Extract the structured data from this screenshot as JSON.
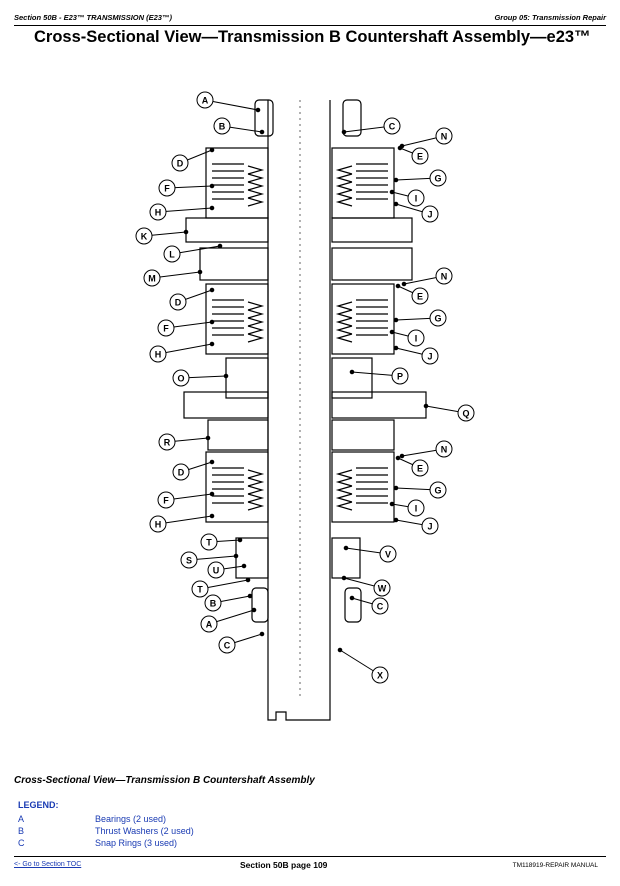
{
  "header": {
    "left": "Section 50B - E23™ TRANSMISSION (E23™)",
    "right": "Group 05: Transmission Repair"
  },
  "title": "Cross-Sectional View—Transmission B Countershaft Assembly—e23™",
  "callouts": [
    "A",
    "B",
    "C",
    "D",
    "E",
    "F",
    "G",
    "H",
    "I",
    "J",
    "K",
    "L",
    "M",
    "N",
    "O",
    "P",
    "Q",
    "R",
    "S",
    "T",
    "U",
    "V",
    "W",
    "X"
  ],
  "caption": "Cross-Sectional View—Transmission B Countershaft Assembly",
  "legend": {
    "title": "LEGEND:",
    "items": [
      {
        "key": "A",
        "text": "Bearings (2 used)"
      },
      {
        "key": "B",
        "text": "Thrust Washers (2 used)"
      },
      {
        "key": "C",
        "text": "Snap Rings (3 used)"
      }
    ]
  },
  "footer": {
    "left": "<- Go to Section TOC",
    "center": "Section 50B page 109",
    "right": "TM118919-REPAIR MANUAL"
  }
}
